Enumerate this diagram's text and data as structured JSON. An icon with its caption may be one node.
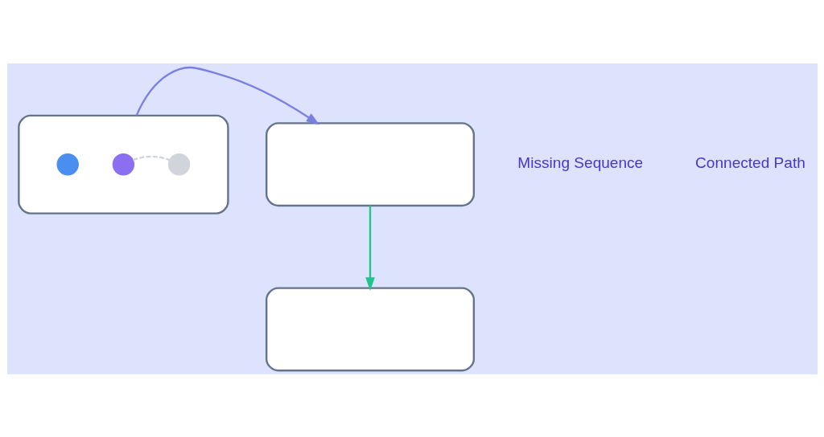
{
  "diagram": {
    "nodes": [
      {
        "text": [],
        "shape": "box"
      },
      {
        "text": [],
        "shape": "circle",
        "in": 0
      },
      {
        "text": [],
        "shape": "circle",
        "in": 0
      },
      {
        "text": [],
        "shape": "circle",
        "in": 0
      },
      {
        "text": [],
        "shape": "box"
      },
      {
        "text": [],
        "shape": "box"
      }
    ],
    "edges": [
      {
        "from": 0,
        "to": 4,
        "arrow": "to"
      },
      {
        "from": 2,
        "to": 3,
        "arrow": "none",
        "style": "dashed",
        "color": "#d1d5db"
      },
      {
        "from": 4,
        "to": 5,
        "arrow": "to",
        "color": "#22c58b"
      }
    ],
    "labels": [
      "Missing Sequence",
      "Connected Path"
    ]
  }
}
